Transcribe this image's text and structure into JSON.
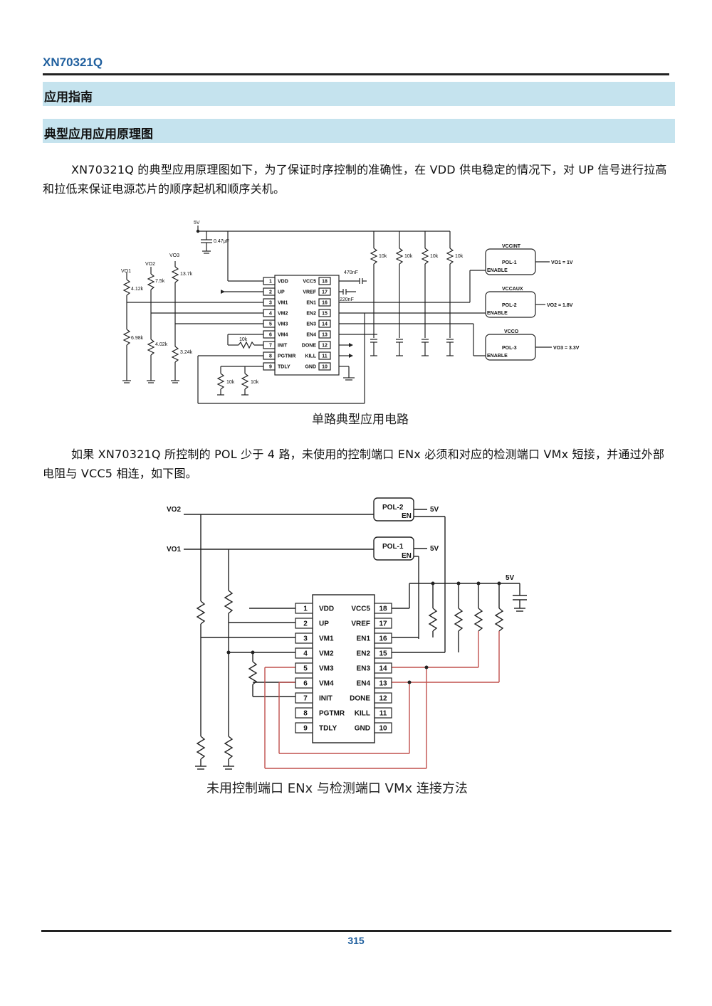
{
  "header": {
    "part_number": "XN70321Q"
  },
  "sections": {
    "app_guide": "应用指南",
    "typical_schematic": "典型应用应用原理图"
  },
  "para1": "XN70321Q 的典型应用原理图如下，为了保证时序控制的准确性，在 VDD 供电稳定的情况下，对 UP 信号进行拉高和拉低来保证电源芯片的顺序起机和顺序关机。",
  "para2": "如果 XN70321Q 所控制的 POL 少于 4 路，未使用的控制端口 ENx 必须和对应的检测端口 VMx 短接，并通过外部电阻与 VCC5 相连，如下图。",
  "figure1": {
    "caption": "单路典型应用电路",
    "supply": "5V",
    "cap_vdd": "0.47μF",
    "cap_vcc5": "470nF",
    "cap_vref": "220nF",
    "pullups": [
      "10k",
      "10k",
      "10k",
      "10k"
    ],
    "vo_labels": [
      "VO1",
      "VO2",
      "VO3"
    ],
    "divider_top": [
      "4.12k",
      "7.5k",
      "13.7k"
    ],
    "divider_bottom": [
      "6.98k",
      "4.02k",
      "3.24k"
    ],
    "init_res": "10k",
    "tdly_res": [
      "10k",
      "10k"
    ],
    "left_pins": [
      "VDD",
      "UP",
      "VM1",
      "VM2",
      "VM3",
      "VM4",
      "INIT",
      "PGTMR",
      "TDLY"
    ],
    "right_pins": [
      "VCC5",
      "VREF",
      "EN1",
      "EN2",
      "EN3",
      "EN4",
      "DONE",
      "KILL",
      "GND"
    ],
    "left_nums": [
      "1",
      "2",
      "3",
      "4",
      "5",
      "6",
      "7",
      "8",
      "9"
    ],
    "right_nums": [
      "18",
      "17",
      "16",
      "15",
      "14",
      "13",
      "12",
      "11",
      "10"
    ],
    "pols": [
      {
        "rail": "VCCINT",
        "name": "POL-1",
        "enable": "ENABLE",
        "out": "VO1 = 1V"
      },
      {
        "rail": "VCCAUX",
        "name": "POL-2",
        "enable": "ENABLE",
        "out": "VO2 = 1.8V"
      },
      {
        "rail": "VCCO",
        "name": "POL-3",
        "enable": "ENABLE",
        "out": "VO3 = 3.3V"
      }
    ]
  },
  "figure2": {
    "caption": "未用控制端口 ENx 与检测端口 VMx 连接方法",
    "vo_labels": [
      "VO2",
      "VO1"
    ],
    "pols": [
      {
        "name": "POL-2",
        "en": "EN",
        "supply": "5V"
      },
      {
        "name": "POL-1",
        "en": "EN",
        "supply": "5V"
      }
    ],
    "supply": "5V",
    "left_pins": [
      "VDD",
      "UP",
      "VM1",
      "VM2",
      "VM3",
      "VM4",
      "INIT",
      "PGTMR",
      "TDLY"
    ],
    "right_pins": [
      "VCC5",
      "VREF",
      "EN1",
      "EN2",
      "EN3",
      "EN4",
      "DONE",
      "KILL",
      "GND"
    ],
    "left_nums": [
      "1",
      "2",
      "3",
      "4",
      "5",
      "6",
      "7",
      "8",
      "9"
    ],
    "right_nums": [
      "18",
      "17",
      "16",
      "15",
      "14",
      "13",
      "12",
      "11",
      "10"
    ],
    "colors": {
      "unused_link": "#c0504d"
    }
  },
  "footer": {
    "page": "315"
  }
}
